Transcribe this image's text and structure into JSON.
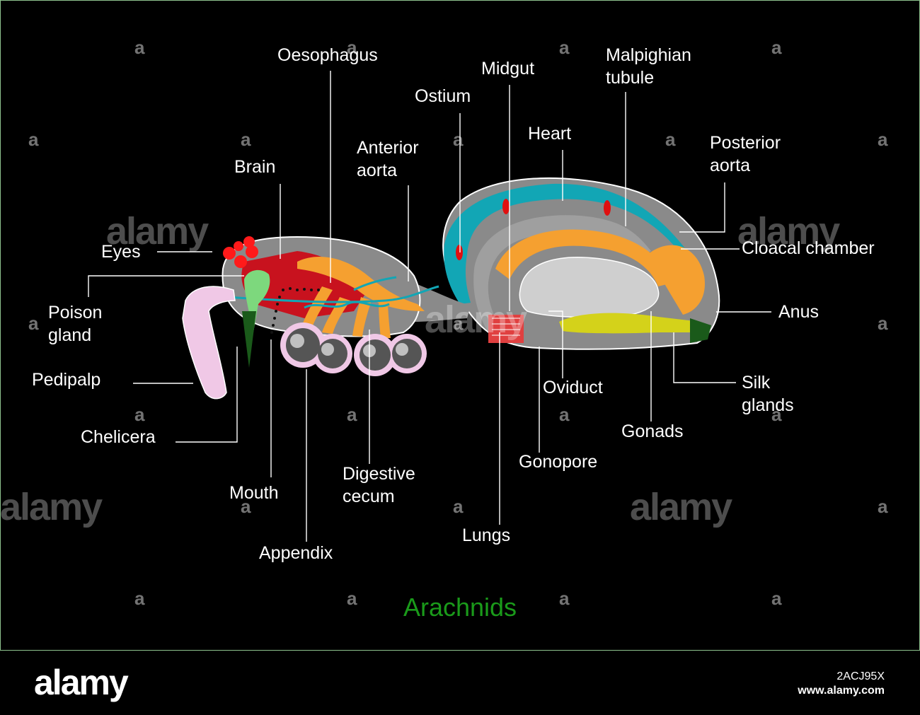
{
  "title": "Arachnids",
  "labels": {
    "oesophagus": "Oesophagus",
    "midgut": "Midgut",
    "malpighian": [
      "Malpighian",
      "tubule"
    ],
    "ostium": "Ostium",
    "heart": "Heart",
    "anterior_aorta": [
      "Anterior",
      "aorta"
    ],
    "posterior_aorta": [
      "Posterior",
      "aorta"
    ],
    "brain": "Brain",
    "eyes": "Eyes",
    "cloacal_chamber": "Cloacal chamber",
    "poison_gland": [
      "Poison",
      "gland"
    ],
    "anus": "Anus",
    "pedipalp": "Pedipalp",
    "oviduct": "Oviduct",
    "silk_glands": [
      "Silk",
      "glands"
    ],
    "chelicera": "Chelicera",
    "gonads": "Gonads",
    "gonopore": "Gonopore",
    "digestive_cecum": [
      "Digestive",
      "cecum"
    ],
    "mouth": "Mouth",
    "lungs": "Lungs",
    "appendix": "Appendix"
  },
  "watermark": {
    "logo": "alamy",
    "letter": "a",
    "image_id": "2ACJ95X",
    "url": "www.alamy.com"
  },
  "colors": {
    "title": "#1a9a1a",
    "body": "#8a8a8a",
    "heart": "#12a6b5",
    "gut": "#f5a030",
    "muscle": "#c8121e",
    "eyes": "#ff1a1a",
    "pedipalp": "#f0c8e6",
    "silk": "#d4d21a",
    "poison": "#7dd87d"
  }
}
